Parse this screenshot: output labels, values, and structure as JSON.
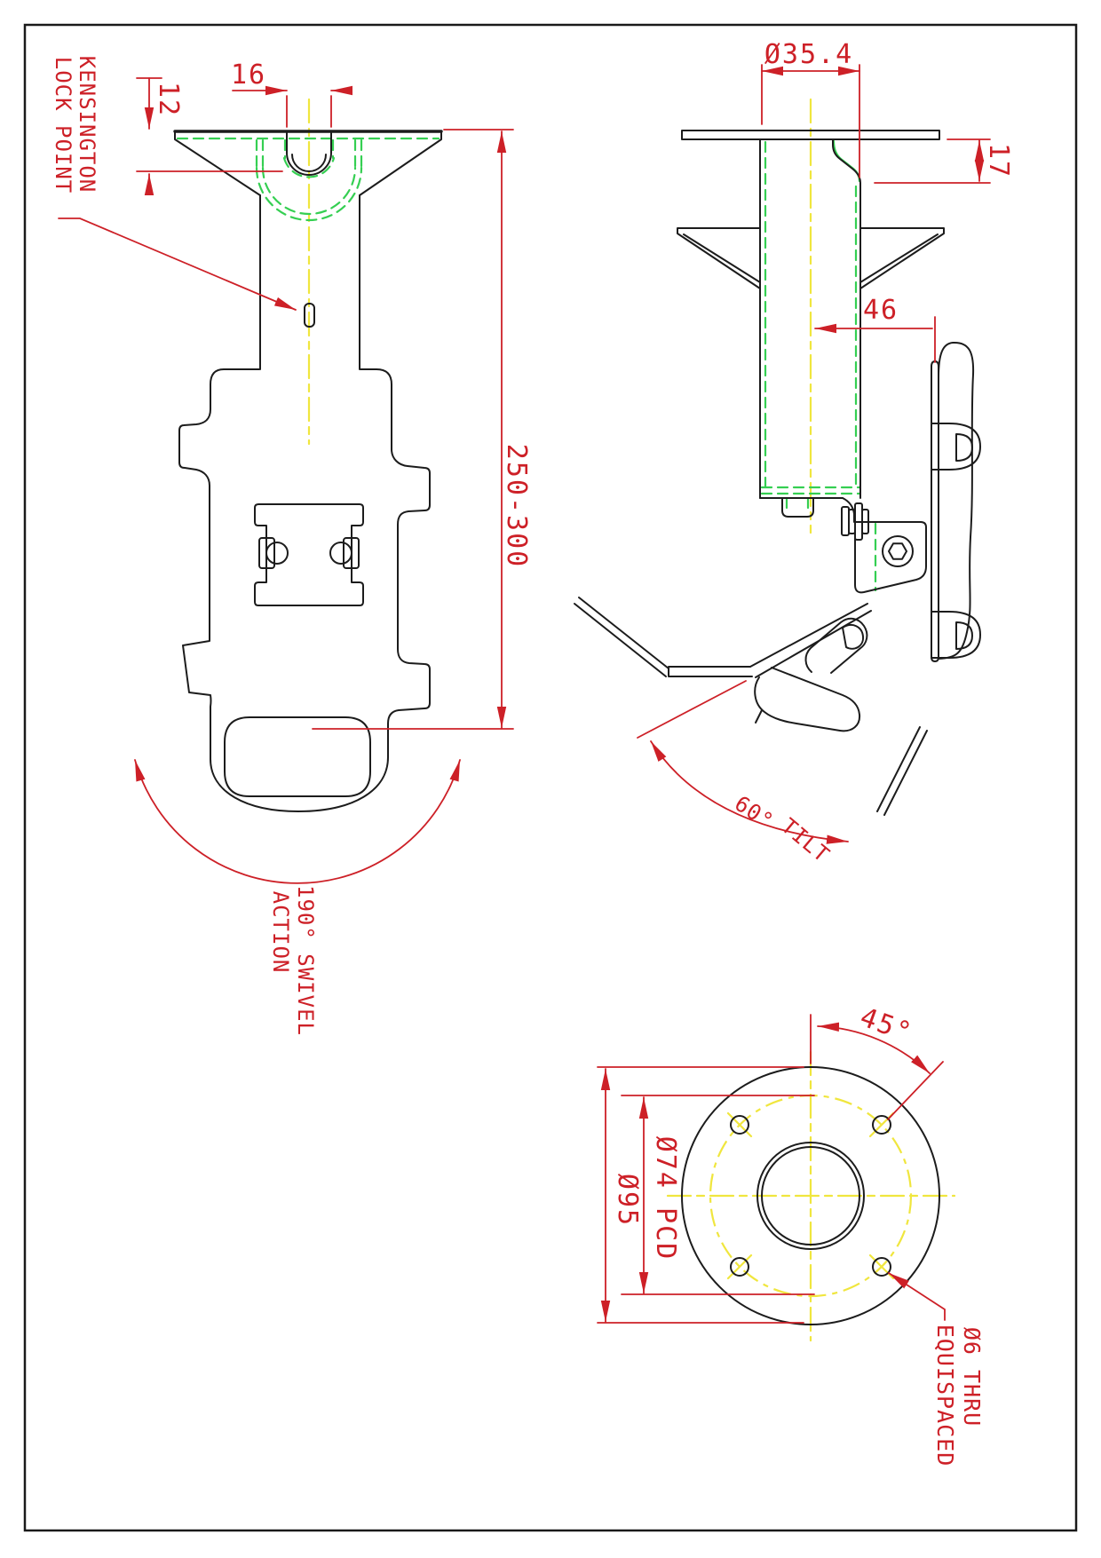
{
  "sheet": {
    "type": "engineering-drawing",
    "border_color": "#1a1a1a",
    "background": "#ffffff"
  },
  "colors": {
    "outline": "#1c1c1c",
    "dimension_red": "#cd2027",
    "hidden_green": "#35cf52",
    "centerline_yellow": "#f0e63e"
  },
  "front_view": {
    "dim_slot_width": "16",
    "dim_slot_depth": "12",
    "dim_height_range": "250-300",
    "label_kensington_line1": "KENSINGTON",
    "label_kensington_line2": "LOCK POINT",
    "label_swivel_line1": "190° SWIVEL",
    "label_swivel_line2": "ACTION"
  },
  "side_view": {
    "dim_tube_diameter": "Ø35.4",
    "dim_plate_drop": "17",
    "dim_face_offset": "46",
    "label_tilt_angle": "60°",
    "label_tilt_word": "TILT"
  },
  "flange_view": {
    "dim_hole_angle": "45°",
    "dim_outer_diameter": "Ø95",
    "dim_pitch_circle": "Ø74 PCD",
    "note_holes_line1": "Ø6 THRU",
    "note_holes_line2": "EQUISPACED"
  }
}
